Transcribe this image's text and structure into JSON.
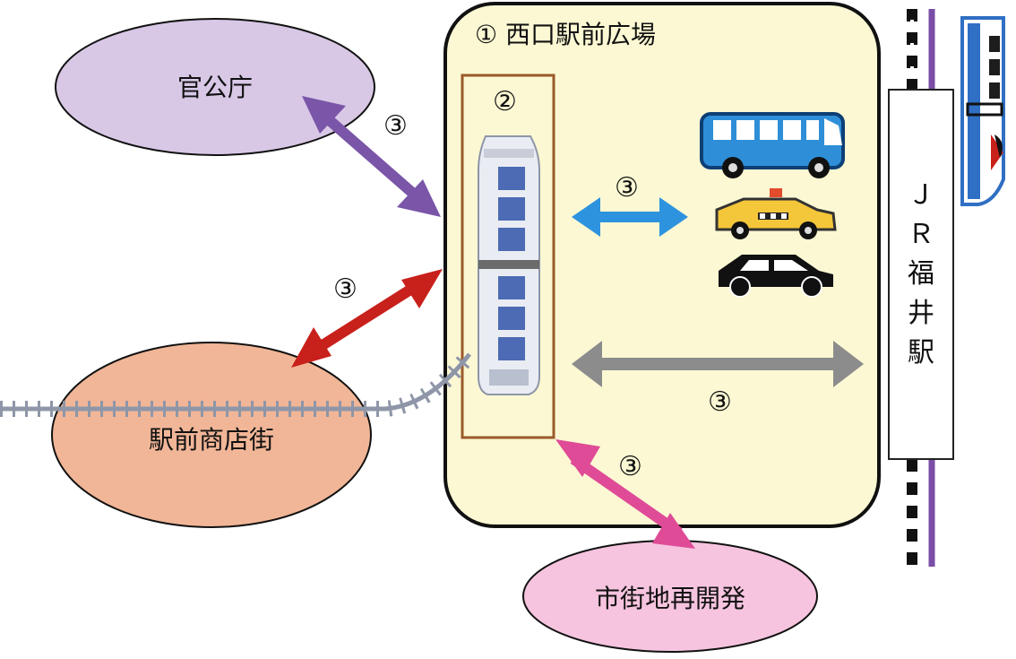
{
  "plaza": {
    "label": "① 西口駅前広場"
  },
  "terminal": {
    "label": "②"
  },
  "flow_marker": "③",
  "places": {
    "government": "官公庁",
    "shopping": "駅前商店街",
    "redevelopment": "市街地再開発"
  },
  "station": {
    "chars": [
      "Ｊ",
      "Ｒ",
      "福",
      "井",
      "駅"
    ]
  },
  "colors": {
    "plaza_fill": "#fbf8d3",
    "government_fill": "#d8c8e6",
    "shopping_fill": "#f1b697",
    "redevelopment_fill": "#f6c4df",
    "arrow_purple": "#7a55a8",
    "arrow_red": "#c8201b",
    "arrow_blue": "#2e93de",
    "arrow_gray": "#8c8c8c",
    "arrow_pink": "#df4b97",
    "terminal_border": "#9a5a2a"
  }
}
